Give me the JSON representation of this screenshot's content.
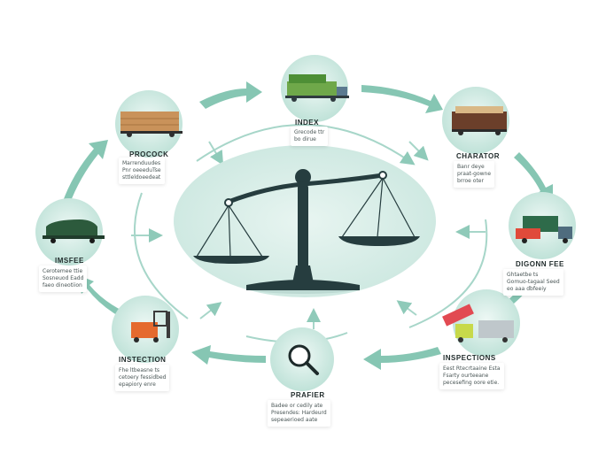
{
  "nodes": [
    {
      "label": "INDEX",
      "lines": [
        "Grecode ttr",
        "bo dirue"
      ]
    },
    {
      "label": "CHARATOR",
      "lines": [
        "Banr deye",
        "praat-gowne",
        "brroe oter"
      ]
    },
    {
      "label": "DIGONN FEE",
      "lines": [
        "Ghtaetbe ts",
        "Gomuo-tagaal Seed",
        "eo aaa dbfeeiy"
      ]
    },
    {
      "label": "INSPECTIONS",
      "lines": [
        "Eest Rtecrtaaine Esta",
        "Fsarty ourteeane",
        "pecesefing oore etie."
      ]
    },
    {
      "label": "PRAFIER",
      "lines": [
        "Badee or cedily ate",
        "Presendes: Hardeurd",
        "sepeaerioed aate"
      ]
    },
    {
      "label": "INSTECTION",
      "lines": [
        "Fhe ltbeasne ts",
        "cetoery fessidbed",
        "epapiory enre"
      ]
    },
    {
      "label": "IMSFEE",
      "lines": [
        "Cerotemee ttie",
        "Sosneuod Eadd",
        "faeo dineotiion"
      ]
    },
    {
      "label": "PROCOCK",
      "lines": [
        "Marrenduudes",
        "Pnr oeeeduTse",
        "sttleldoeedeat"
      ]
    }
  ],
  "colors": {
    "teal": "#8fc8b8",
    "teal_light": "#dff1ec",
    "dark": "#263d3f",
    "arrow": "#7cc0ae"
  },
  "icons": [
    "cargo-truck-icon",
    "truck-icon",
    "container-truck-icon",
    "forklift-icon",
    "magnifier-icon",
    "forklift-icon",
    "tanker-truck-icon",
    "box-truck-icon",
    "balance-scale-icon"
  ]
}
